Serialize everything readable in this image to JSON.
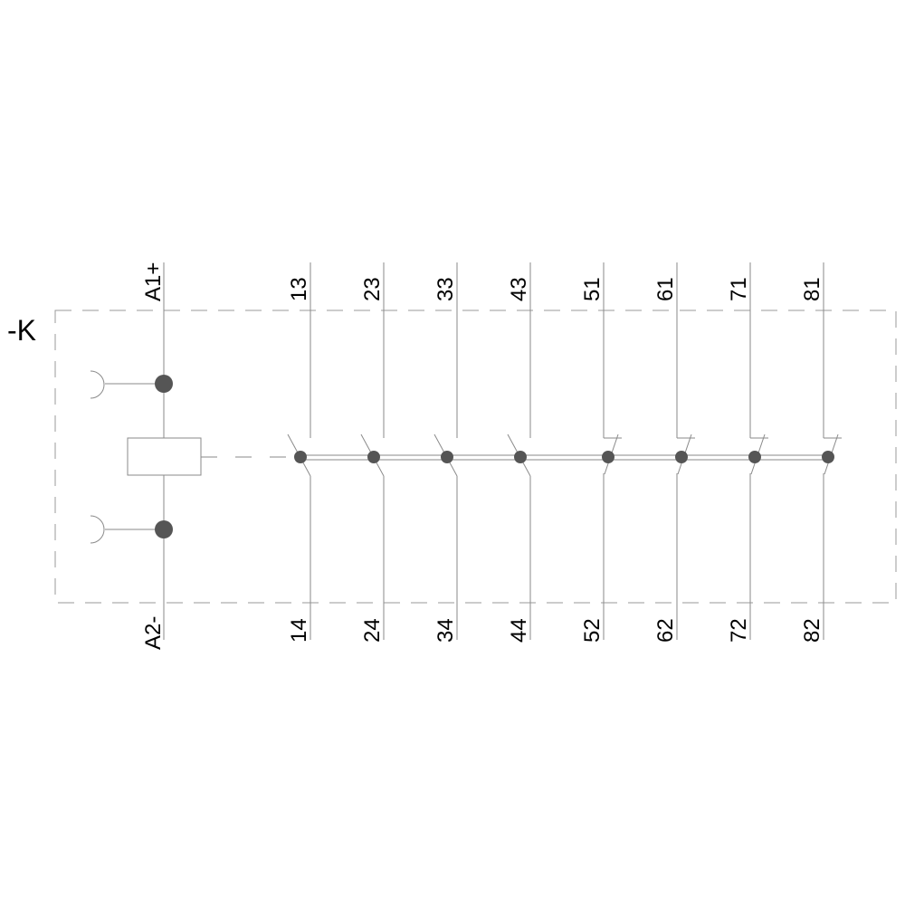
{
  "device_label": "-K",
  "coil": {
    "top_label": "A1+",
    "bottom_label": "A2-"
  },
  "contacts": [
    {
      "top": "13",
      "bottom": "14",
      "type": "NO"
    },
    {
      "top": "23",
      "bottom": "24",
      "type": "NO"
    },
    {
      "top": "33",
      "bottom": "34",
      "type": "NO"
    },
    {
      "top": "43",
      "bottom": "44",
      "type": "NO"
    },
    {
      "top": "51",
      "bottom": "52",
      "type": "NC"
    },
    {
      "top": "61",
      "bottom": "62",
      "type": "NC"
    },
    {
      "top": "71",
      "bottom": "72",
      "type": "NC"
    },
    {
      "top": "81",
      "bottom": "82",
      "type": "NC"
    }
  ],
  "colors": {
    "line": "#8a8a8a",
    "dot": "#555555",
    "dash": "#9a9a9a"
  }
}
